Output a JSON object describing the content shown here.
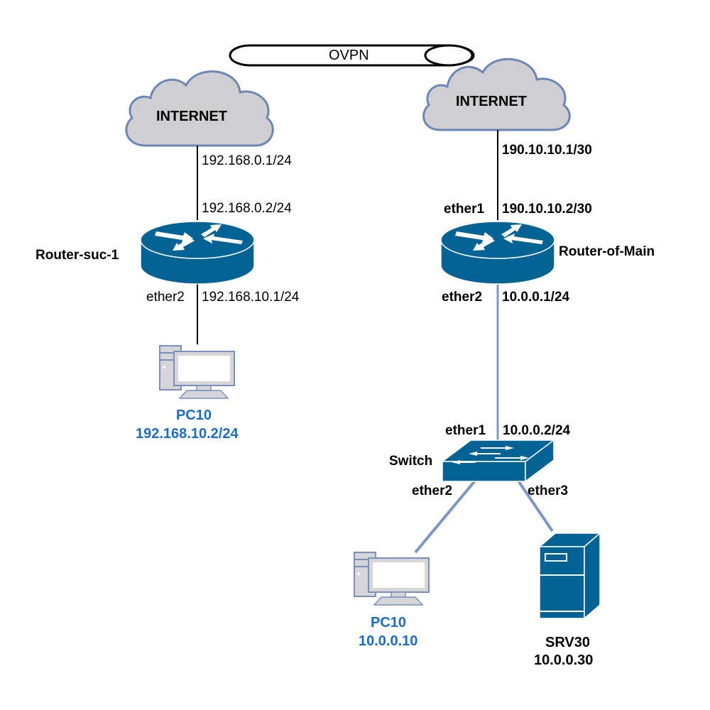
{
  "tunnel": {
    "label": "OVPN"
  },
  "colors": {
    "device_blue": "#036395",
    "cloud_fill": "#cfcfd1",
    "cloud_stroke": "#6b86b8",
    "link_blue": "#7e96c4",
    "pc_fill": "#d6d6d8",
    "pc_stroke": "#7a8fbe",
    "host_label_blue": "#1a6cc6"
  },
  "site_branch": {
    "cloud_label": "INTERNET",
    "wan_gateway_ip": "192.168.0.1/24",
    "router": {
      "name": "Router-suc-1",
      "wan_ip": "192.168.0.2/24",
      "lan_iface": "ether2",
      "lan_ip": "192.168.10.1/24"
    },
    "pc": {
      "name": "PC10",
      "ip": "192.168.10.2/24"
    }
  },
  "site_main": {
    "cloud_label": "INTERNET",
    "wan_gateway_ip": "190.10.10.1/30",
    "router": {
      "name": "Router-of-Main",
      "wan_iface": "ether1",
      "wan_ip": "190.10.10.2/30",
      "lan_iface": "ether2",
      "lan_ip": "10.0.0.1/24"
    },
    "switch": {
      "name": "Switch",
      "uplink_iface": "ether1",
      "uplink_ip": "10.0.0.2/24",
      "port_pc": "ether2",
      "port_srv": "ether3"
    },
    "pc": {
      "name": "PC10",
      "ip": "10.0.0.10"
    },
    "server": {
      "name": "SRV30",
      "ip": "10.0.0.30"
    }
  }
}
